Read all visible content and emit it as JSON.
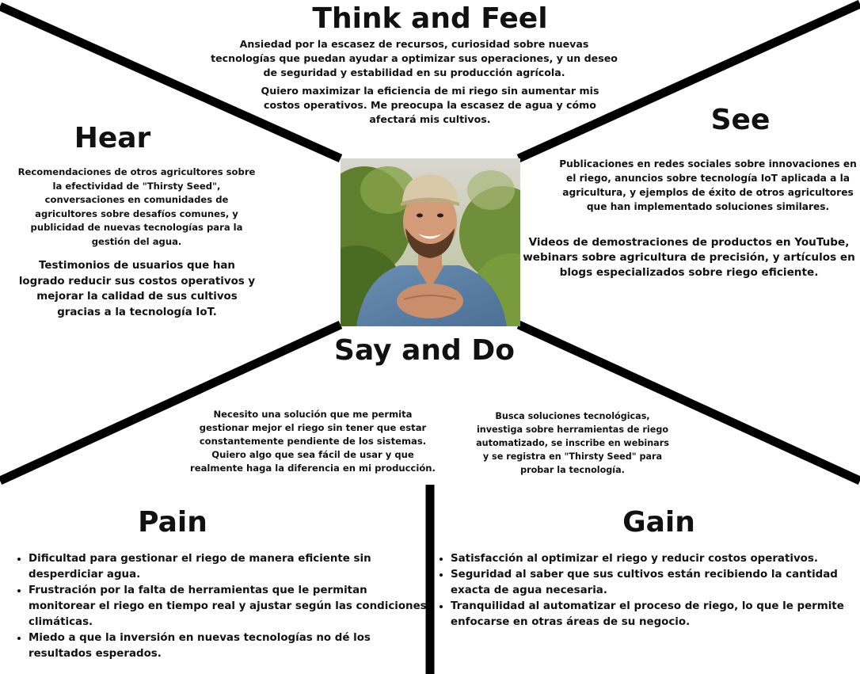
{
  "sections": {
    "think_feel": {
      "title": "Think and Feel",
      "p1": "Ansiedad por la escasez de recursos, curiosidad sobre nuevas tecnologías que puedan ayudar a optimizar sus operaciones, y un deseo de seguridad y estabilidad en su producción agrícola.",
      "p2": "Quiero maximizar la eficiencia de mi riego sin aumentar mis costos operativos. Me preocupa la escasez de agua y cómo afectará mis cultivos."
    },
    "see": {
      "title": "See",
      "p1": "Publicaciones en redes sociales sobre innovaciones en el riego, anuncios sobre tecnología IoT aplicada a la agricultura, y ejemplos de éxito de otros agricultores que han implementado soluciones similares.",
      "p2": "Videos de demostraciones de productos en YouTube, webinars sobre agricultura de precisión, y artículos en blogs especializados sobre riego eficiente."
    },
    "hear": {
      "title": "Hear",
      "p1": "Recomendaciones de otros agricultores sobre la efectividad de \"Thirsty Seed\", conversaciones en comunidades de agricultores sobre desafíos comunes, y publicidad de nuevas tecnologías para la gestión del agua.",
      "p2": "Testimonios de usuarios que han logrado reducir sus costos operativos y mejorar la calidad de sus cultivos gracias a la tecnología IoT."
    },
    "say_do": {
      "title": "Say and Do",
      "left": "Necesito una solución que me permita gestionar mejor el riego sin tener que estar constantemente pendiente de los sistemas. Quiero algo que sea fácil de usar y que realmente haga la diferencia en mi producción.",
      "right": "Busca soluciones tecnológicas, investiga sobre herramientas de riego automatizado, se inscribe en webinars y se registra en \"Thirsty Seed\" para probar la tecnología."
    },
    "pain": {
      "title": "Pain",
      "items": [
        "Dificultad para gestionar el riego de manera eficiente sin desperdiciar agua.",
        "Frustración por la falta de herramientas que le permitan monitorear el riego en tiempo real y ajustar según las condiciones climáticas.",
        "Miedo a que la inversión en nuevas tecnologías no dé los resultados esperados."
      ]
    },
    "gain": {
      "title": "Gain",
      "items": [
        "Satisfacción al optimizar el riego y reducir costos operativos.",
        "Seguridad al saber que sus cultivos están recibiendo la cantidad exacta de agua necesaria.",
        "Tranquilidad al automatizar el proceso de riego, lo que le permite enfocarse en otras áreas de su negocio."
      ]
    }
  }
}
